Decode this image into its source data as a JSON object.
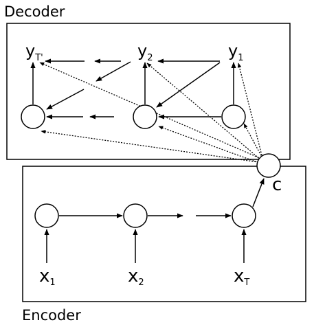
{
  "decoder": {
    "label": "Decoder"
  },
  "encoder": {
    "label": "Encoder"
  },
  "context": {
    "label": "c"
  },
  "decoder_outputs": [
    {
      "base": "y",
      "sub": "T'"
    },
    {
      "base": "y",
      "sub": "2"
    },
    {
      "base": "y",
      "sub": "1"
    }
  ],
  "encoder_inputs": [
    {
      "base": "x",
      "sub": "1"
    },
    {
      "base": "x",
      "sub": "2"
    },
    {
      "base": "x",
      "sub": "T"
    }
  ]
}
